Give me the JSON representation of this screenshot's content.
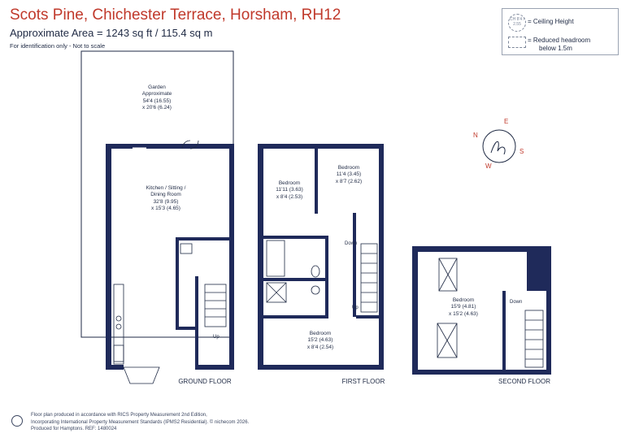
{
  "header": {
    "title": "Scots Pine, Chichester Terrace, Horsham, RH12",
    "area": "Approximate Area = 1243 sq ft / 115.4 sq m",
    "note": "For identification only - Not to scale"
  },
  "legend": {
    "ceiling_symbol": "CH 8'4 / 2.55",
    "ceiling_label": "= Ceiling Height",
    "reduced_line1": "= Reduced headroom",
    "reduced_line2": "below 1.5m"
  },
  "compass": {
    "n": "N",
    "e": "E",
    "s": "S",
    "w": "W"
  },
  "rooms": {
    "garden": [
      "Garden",
      "Approximate",
      "54'4 (16.55)",
      "x 20'6 (6.24)"
    ],
    "kitchen": [
      "Kitchen / Sitting /",
      "Dining Room",
      "32'8 (9.95)",
      "x 15'3 (4.65)"
    ],
    "bed1": [
      "Bedroom",
      "11'11 (3.63)",
      "x 8'4 (2.53)"
    ],
    "bed2": [
      "Bedroom",
      "11'4 (3.45)",
      "x 8'7 (2.62)"
    ],
    "bed3": [
      "Bedroom",
      "15'2 (4.63)",
      "x 8'4 (2.54)"
    ],
    "bed4": [
      "Bedroom",
      "15'9 (4.81)",
      "x 15'2 (4.63)"
    ]
  },
  "stairs": {
    "up_ground": "Up",
    "down_first": "Down",
    "up_first": "Up",
    "down_second": "Down"
  },
  "floors": {
    "ground": "GROUND FLOOR",
    "first": "FIRST FLOOR",
    "second": "SECOND FLOOR"
  },
  "footer": {
    "line1": "Floor plan produced in accordance with RICS Property Measurement 2nd Edition,",
    "line2": "Incorporating International Property Measurement Standards (IPMS2 Residential). © nichecom 2026.",
    "line3": "Produced for Hamptons.   REF: 1480024"
  },
  "colors": {
    "wall": "#1f2a5a",
    "accent": "#c0392b"
  }
}
